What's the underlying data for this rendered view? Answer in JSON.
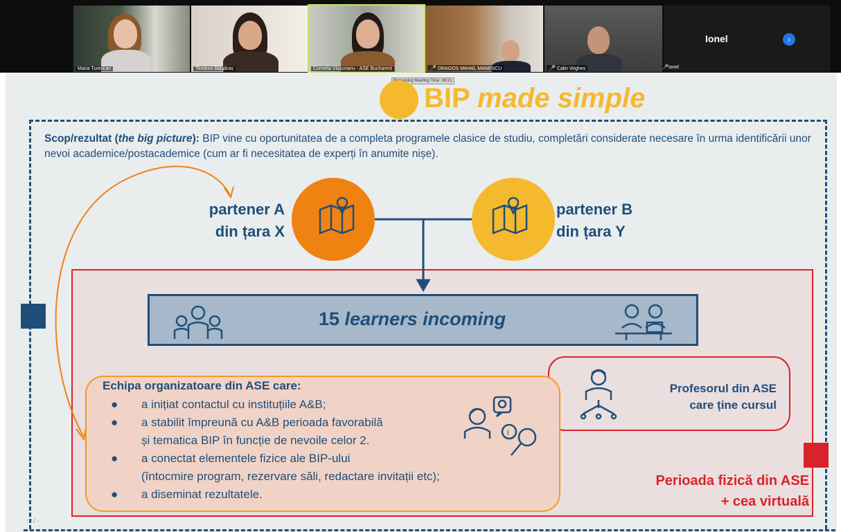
{
  "participants": [
    {
      "name": "Maria Turescan",
      "muted": false
    },
    {
      "name": "Teodora Bălgăraș",
      "muted": false
    },
    {
      "name": "Cornelia Vlasceanu - ASE Bucharest",
      "muted": false
    },
    {
      "name": "DRAGOS MIHAIL MANESCU",
      "muted": true
    },
    {
      "name": "Calin Veghes",
      "muted": true
    }
  ],
  "side_participant": {
    "name": "Ionel",
    "small_label": "Ionel"
  },
  "meeting_timer": "Remaining Meeting Time: 06:21",
  "slide": {
    "title_main": "BIP",
    "title_em": "made simple",
    "scope_label": "Scop/rezultat (",
    "scope_em": "the big picture",
    "scope_label_end": "):",
    "scope_text": " BIP vine cu oportunitatea de a completa programele clasice de studiu, completări considerate necesare în urma identificării unor nevoi academice/postacademice (cum ar fi necesitatea de experți în anumite nișe).",
    "partner_a_line1": "partener A",
    "partner_a_line2": "din țara X",
    "partner_b_line1": "partener B",
    "partner_b_line2": "din țara Y",
    "learners_num": "15 ",
    "learners_em": "learners incoming",
    "team_title": "Echipa organizatoare din ASE care:",
    "team_bullets": [
      "a inițiat contactul cu instituțiile A&B;",
      "a stabilit împreună cu A&B perioada favorabilă",
      "și tematica BIP în funcție de nevoile celor 2.",
      "a conectat elementele fizice ale BIP-ului",
      "(întocmire program, rezervare săli, redactare invitații etc);",
      "a diseminat rezultatele."
    ],
    "prof_line1": "Profesorul din ASE",
    "prof_line2": "care ține cursul",
    "period_line1": "Perioada fizică din ASE",
    "period_line2": "+ cea virtuală",
    "page_number": "12"
  },
  "colors": {
    "navy": "#1f4e79",
    "orange": "#f39b21",
    "yellow": "#f5b92e",
    "red": "#d9232a"
  }
}
